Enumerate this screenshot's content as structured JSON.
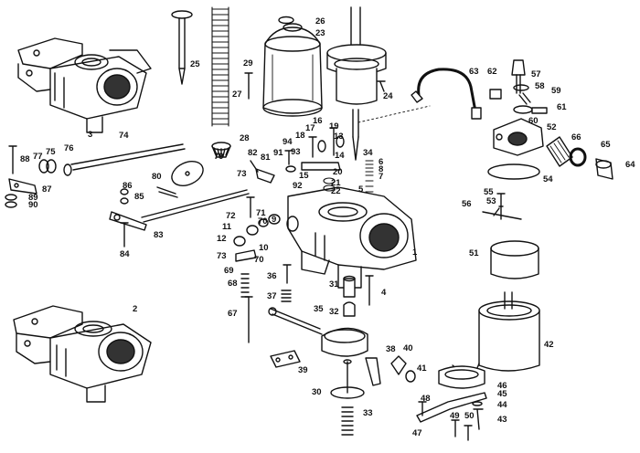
{
  "diagram": {
    "colors": {
      "ink": "#111111",
      "paper": "#ffffff",
      "shade": "#555555"
    },
    "part_numbers": [
      "1",
      "2",
      "3",
      "4",
      "5",
      "6",
      "7",
      "8",
      "9",
      "10",
      "11",
      "12",
      "13",
      "14",
      "15",
      "16",
      "17",
      "18",
      "19",
      "20",
      "21",
      "22",
      "23",
      "24",
      "25",
      "26",
      "27",
      "28",
      "29",
      "30",
      "31",
      "32",
      "33",
      "34",
      "35",
      "36",
      "37",
      "38",
      "39",
      "40",
      "41",
      "42",
      "43",
      "44",
      "45",
      "46",
      "47",
      "48",
      "49",
      "50",
      "51",
      "52",
      "53",
      "54",
      "55",
      "56",
      "57",
      "58",
      "59",
      "60",
      "61",
      "62",
      "63",
      "64",
      "65",
      "66",
      "67",
      "68",
      "69",
      "70",
      "70",
      "71",
      "72",
      "73",
      "73",
      "74",
      "75",
      "76",
      "77",
      "79",
      "80",
      "81",
      "82",
      "83",
      "84",
      "85",
      "86",
      "87",
      "88",
      "89",
      "90",
      "91",
      "92",
      "93",
      "94"
    ]
  }
}
